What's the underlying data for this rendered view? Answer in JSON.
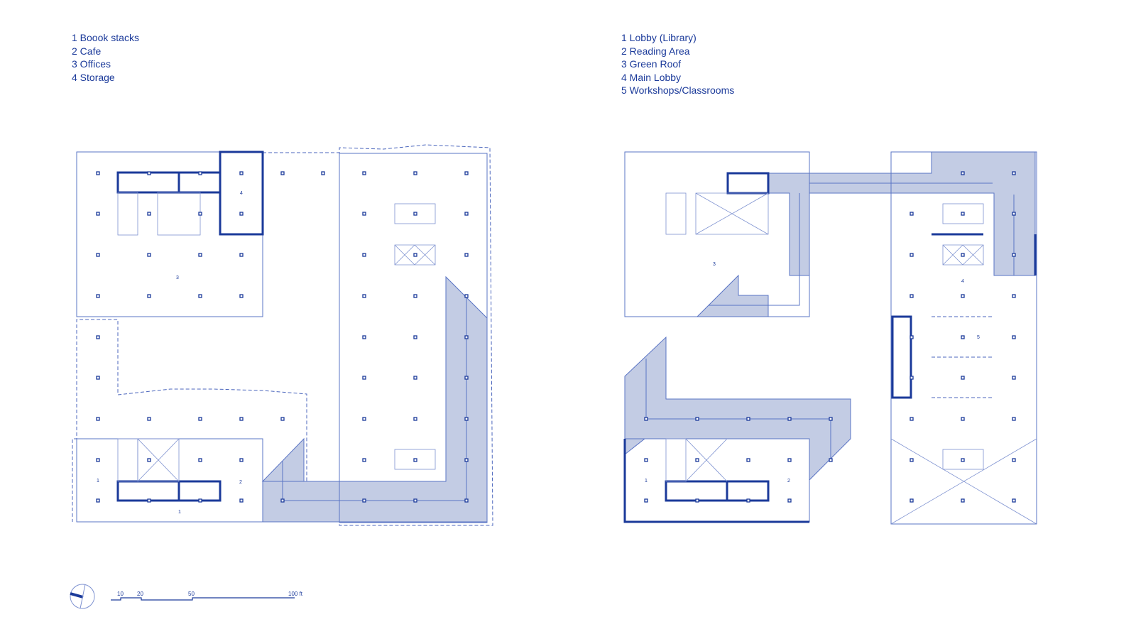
{
  "legend_left": [
    "1 Boook stacks",
    "2 Cafe",
    "3 Offices",
    "4 Storage"
  ],
  "legend_right": [
    "1 Lobby (Library)",
    "2 Reading Area",
    "3 Green Roof",
    "4 Main Lobby",
    "5 Workshops/Classrooms"
  ],
  "left_plan_rooms": {
    "r4": "4",
    "r3": "3",
    "r1a": "1",
    "r1b": "1",
    "r2": "2"
  },
  "right_plan_rooms": {
    "r3": "3",
    "r4": "4",
    "r5": "5",
    "r1": "1",
    "r2": "2"
  },
  "scale_bar": {
    "t10": "10",
    "t20": "20",
    "t50": "50",
    "t100": "100 ft"
  },
  "colors": {
    "line": "#1b3a9a",
    "shade": "#c3cce4"
  }
}
